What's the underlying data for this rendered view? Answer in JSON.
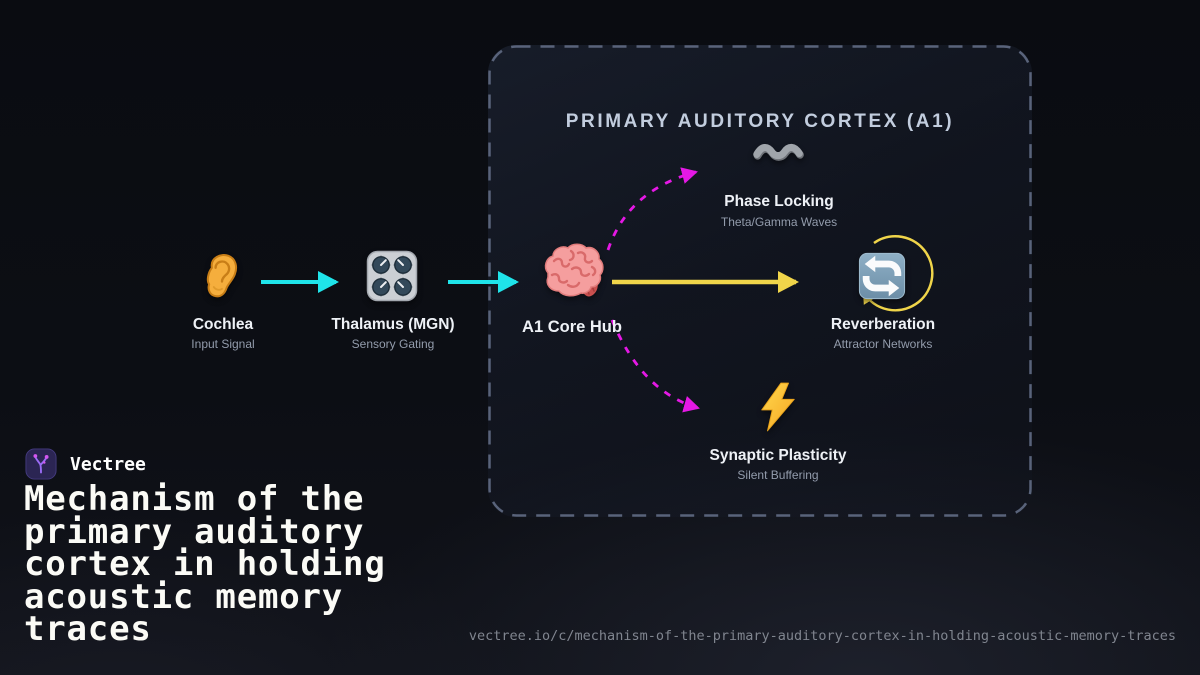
{
  "brand": {
    "name": "Vectree"
  },
  "headline": {
    "lines": [
      "Mechanism of the",
      "primary auditory",
      "cortex in holding",
      "acoustic memory",
      "traces"
    ]
  },
  "footer_url": "vectree.io/c/mechanism-of-the-primary-auditory-cortex-in-holding-acoustic-memory-traces",
  "diagram": {
    "container_title": "PRIMARY AUDITORY CORTEX (A1)",
    "nodes": [
      {
        "id": "cochlea",
        "label": "Cochlea",
        "sublabel": "Input Signal",
        "icon": "ear-icon"
      },
      {
        "id": "thalamus",
        "label": "Thalamus (MGN)",
        "sublabel": "Sensory Gating",
        "icon": "control-knobs-icon"
      },
      {
        "id": "a1-core-hub",
        "label": "A1 Core Hub",
        "sublabel": "",
        "icon": "brain-icon"
      },
      {
        "id": "phase-locking",
        "label": "Phase Locking",
        "sublabel": "Theta/Gamma Waves",
        "icon": "wavy-dash-icon"
      },
      {
        "id": "reverberation",
        "label": "Reverberation",
        "sublabel": "Attractor Networks",
        "icon": "repeat-arrows-icon"
      },
      {
        "id": "synaptic-plasticity",
        "label": "Synaptic Plasticity",
        "sublabel": "Silent Buffering",
        "icon": "lightning-bolt-icon"
      }
    ],
    "edges": [
      {
        "from": "cochlea",
        "to": "thalamus",
        "style": "solid",
        "color_key": "cyan"
      },
      {
        "from": "thalamus",
        "to": "a1-core-hub",
        "style": "solid",
        "color_key": "cyan"
      },
      {
        "from": "a1-core-hub",
        "to": "reverberation",
        "style": "solid",
        "color_key": "yellow"
      },
      {
        "from": "a1-core-hub",
        "to": "phase-locking",
        "style": "dashed",
        "color_key": "magenta"
      },
      {
        "from": "a1-core-hub",
        "to": "synaptic-plasticity",
        "style": "dashed",
        "color_key": "magenta"
      },
      {
        "from": "reverberation",
        "to": "reverberation",
        "style": "self-loop",
        "color_key": "yellow"
      }
    ],
    "colors": {
      "cyan": "#1FE4EA",
      "yellow": "#F0D54A",
      "magenta": "#E518E5"
    }
  }
}
